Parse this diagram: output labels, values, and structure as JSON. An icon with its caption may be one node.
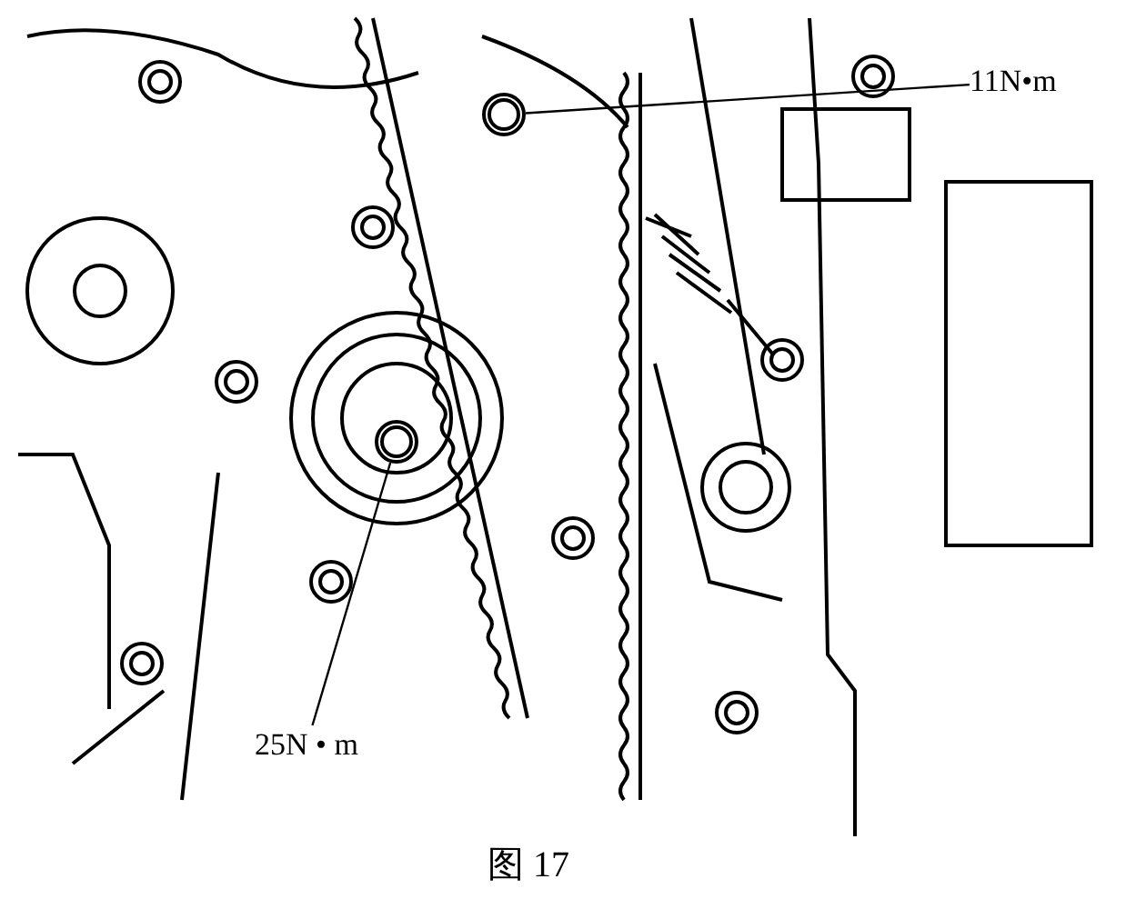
{
  "diagram": {
    "caption": "图 17",
    "nodes": [
      {
        "text": [
          "11N•m"
        ]
      },
      {
        "text": [],
        "shape": "circle"
      },
      {
        "text": [
          "25N • m"
        ]
      },
      {
        "text": [],
        "shape": "circle"
      }
    ],
    "edges": [
      {
        "from": 0,
        "to": 1,
        "arrow": "none"
      },
      {
        "from": 2,
        "to": 3,
        "arrow": "none"
      }
    ]
  }
}
